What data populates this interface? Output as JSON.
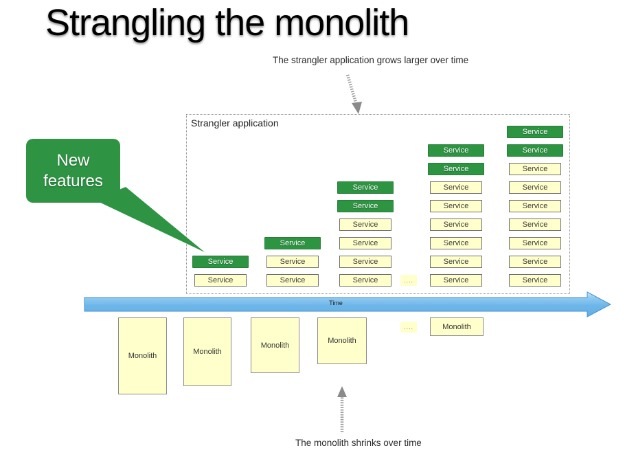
{
  "title": "Strangling the monolith",
  "annotation_top": "The strangler application grows larger over time",
  "annotation_bottom": "The monolith shrinks over time",
  "callout": {
    "line1": "New",
    "line2": "features"
  },
  "strangler_box": {
    "label": "Strangler application",
    "service_label": "Service",
    "ellipsis": "....",
    "columns": [
      {
        "green_services": 1,
        "yellow_services": 1
      },
      {
        "green_services": 1,
        "yellow_services": 2
      },
      {
        "green_services": 2,
        "yellow_services": 4
      },
      {
        "green_services": 2,
        "yellow_services": 6
      },
      {
        "green_services": 2,
        "yellow_services": 7
      }
    ]
  },
  "timeline": {
    "label": "Time"
  },
  "monolith_row": {
    "label": "Monolith",
    "ellipsis": "....",
    "sizes": [
      112,
      100,
      81,
      68,
      27
    ]
  },
  "colors": {
    "service_green": "#2d9442",
    "service_yellow": "#ffffcc",
    "callout_green": "#2e9444",
    "timeline_blue": "#6db6e9",
    "timeline_border": "#4392cf",
    "sketch_arrow_gray": "#8a8a8a"
  }
}
